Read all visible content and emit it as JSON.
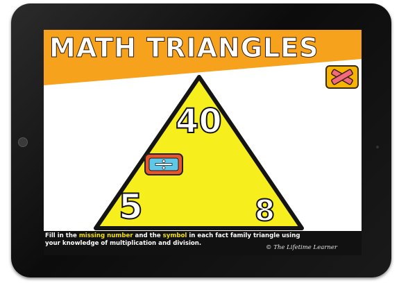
{
  "title": "MATH TRIANGLES",
  "close_button": {
    "icon": "close-x-icon",
    "color": "#f4b400",
    "x_color": "#f06a7a"
  },
  "triangle": {
    "top_number": "40",
    "left_number": "5",
    "right_number": "8",
    "fill_color": "#f7ee1e",
    "symbol_button": {
      "icon": "division-icon",
      "color": "#e8552a",
      "symbol_color": "#5ec8e8"
    }
  },
  "instructions": {
    "part1": "Fill in the ",
    "highlight1": "missing number",
    "part2": " and the ",
    "highlight2": "symbol",
    "part3": " in each fact family triangle using",
    "line2": "your knowledge of multiplication and division."
  },
  "credit": "© The Lifetime Learner",
  "colors": {
    "banner": "#f7a21c",
    "footer": "#111111",
    "highlight": "#f4e100"
  }
}
